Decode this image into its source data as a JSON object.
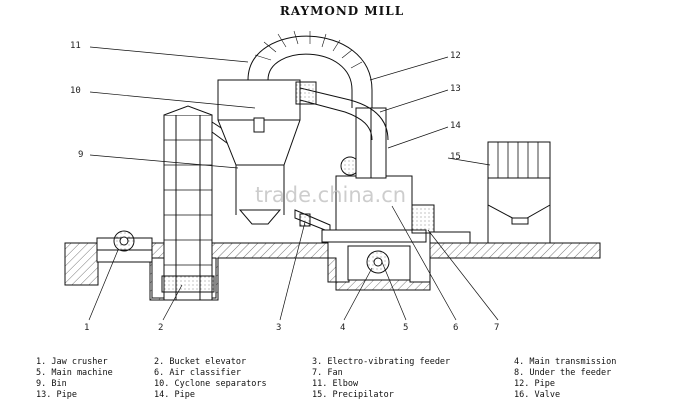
{
  "title": "RAYMOND MILL",
  "watermark": "trade.china.cn",
  "callouts": {
    "n1": "1",
    "n2": "2",
    "n3": "3",
    "n4": "4",
    "n5": "5",
    "n6": "6",
    "n7": "7",
    "n9": "9",
    "n10": "10",
    "n11": "11",
    "n12": "12",
    "n13": "13",
    "n14": "14",
    "n15": "15"
  },
  "legend": [
    [
      "1. Jaw crusher",
      "2. Bucket elevator",
      "3. Electro-vibrating feeder",
      "4. Main transmission"
    ],
    [
      "5. Main machine",
      "6. Air classifier",
      "7. Fan",
      "8. Under the feeder"
    ],
    [
      "9. Bin",
      "10. Cyclone separators",
      "11. Elbow",
      "12. Pipe"
    ],
    [
      "13. Pipe",
      "14. Pipe",
      "15. Precipilator",
      "16. Valve"
    ]
  ]
}
